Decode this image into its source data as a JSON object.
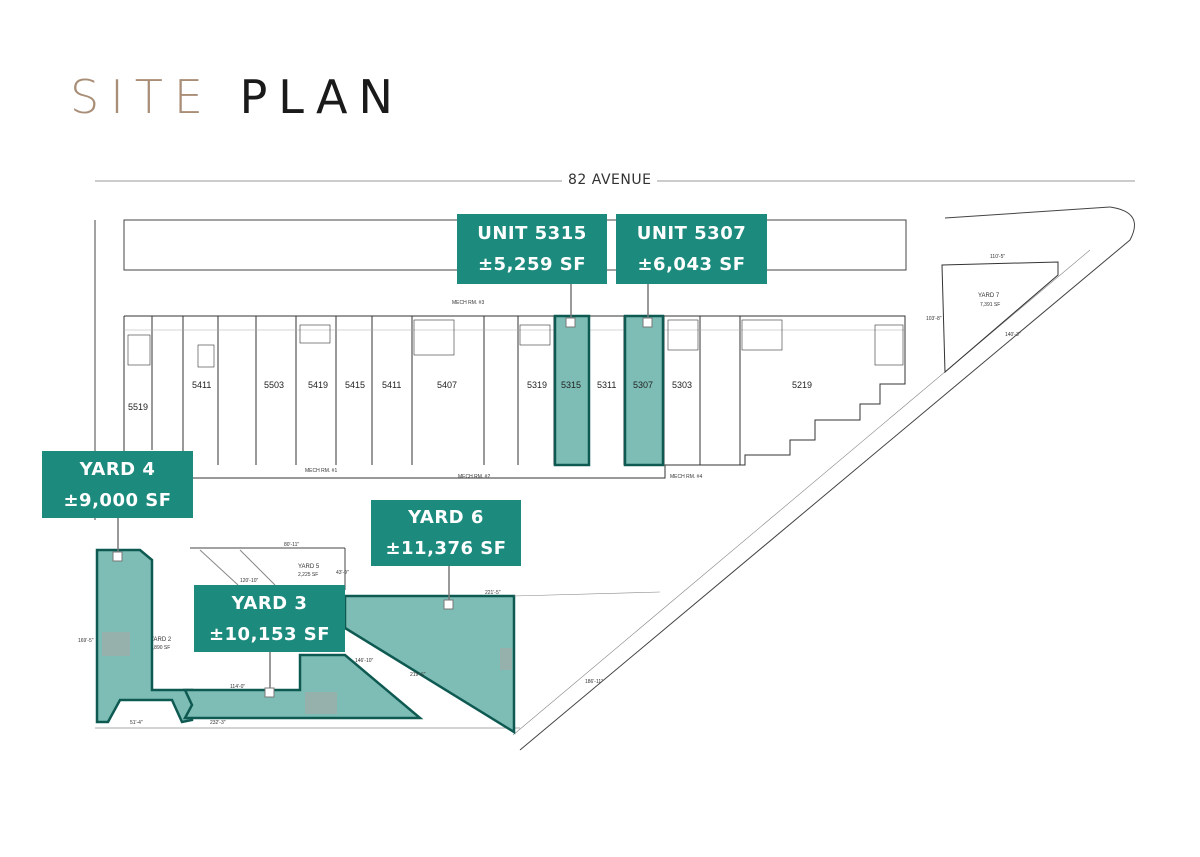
{
  "title": {
    "part1": "SITE",
    "part2": "PLAN"
  },
  "road": "82 AVENUE",
  "callouts": {
    "unit5315": {
      "line1": "UNIT 5315",
      "line2": "±5,259 SF"
    },
    "unit5307": {
      "line1": "UNIT 5307",
      "line2": "±6,043 SF"
    },
    "yard4": {
      "line1": "YARD 4",
      "line2": "±9,000 SF"
    },
    "yard6": {
      "line1": "YARD 6",
      "line2": "±11,376 SF"
    },
    "yard3": {
      "line1": "YARD 3",
      "line2": "±10,153 SF"
    }
  },
  "units": [
    "5519",
    "5411",
    "5503",
    "5419",
    "5415",
    "5411",
    "5407",
    "5319",
    "5315",
    "5311",
    "5307",
    "5303",
    "5219"
  ],
  "yard_labels": {
    "yard7": {
      "name": "YARD 7",
      "area": "7,391 SF"
    },
    "yard5": {
      "name": "YARD 5",
      "area": "2,225 SF"
    },
    "yard2": {
      "name": "YARD 2",
      "area": "4,890 SF"
    }
  },
  "mech": {
    "m1": "MECH RM. #1",
    "m2": "MECH RM. #2",
    "m3": "MECH RM. #3",
    "m4": "MECH RM. #4"
  },
  "dims": {
    "d1": "110'-5\"",
    "d2": "103'-8\"",
    "d3": "140'-3\"",
    "d4": "80'-11\"",
    "d5": "120'-10\"",
    "d6": "43'-9\"",
    "d7": "221'-5\"",
    "d8": "169'-5\"",
    "d9": "232'-3\"",
    "d10": "219'-6\"",
    "d11": "186'-11\"",
    "d12": "114'-0\"",
    "d13": "51'-4\"",
    "d14": "146'-10\""
  },
  "colors": {
    "teal": "#1c8a7d",
    "teal_fill": "#7dbdb5",
    "teal_stroke": "#0e5a52",
    "title_tan": "#a98e77"
  }
}
